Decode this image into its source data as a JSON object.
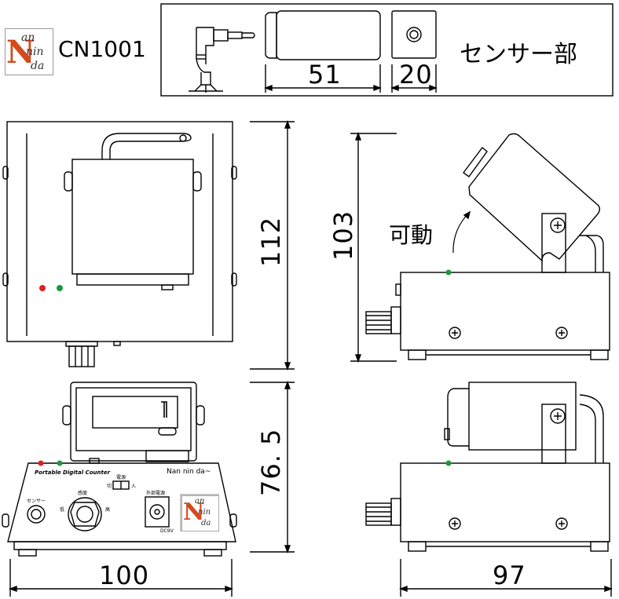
{
  "title": {
    "model": "CN1001",
    "sensor_label": "センサー部"
  },
  "dimensions": {
    "sensor_length": "51",
    "sensor_width": "20",
    "front_height": "112",
    "side_height": "103",
    "front_width": "100",
    "side_depth": "97",
    "display_height": "76. 5"
  },
  "annotations": {
    "movable": "可動"
  },
  "front_panel": {
    "brand_text": "Portable Digital Counter",
    "maker_text": "Nan nin da~",
    "sensor_port": "センサー",
    "switch_off": "切",
    "switch_on": "入",
    "switch_label": "電源",
    "ext_power": "外部電源",
    "knob_label": "感度",
    "knob_low": "低",
    "knob_high": "高",
    "dc_label": "DC9V"
  },
  "logo": {
    "line1": "an",
    "line2": "nin",
    "line3": "da",
    "mark": "N"
  },
  "colors": {
    "led_red": "#e02020",
    "led_green": "#1a9a3a",
    "logo_mark": "#d44a1c"
  }
}
